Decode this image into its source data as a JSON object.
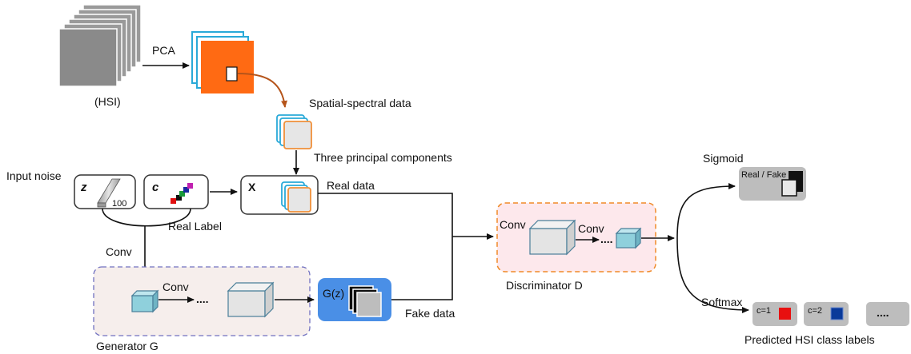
{
  "labels": {
    "pca": "PCA",
    "hsi": "(HSI)",
    "spatial_spectral": "Spatial-spectral data",
    "three_pc": "Three principal components",
    "input_noise": "Input noise",
    "z": "z",
    "z_dim": "100",
    "c": "c",
    "x": "X",
    "real_data": "Real data",
    "real_label": "Real Label",
    "conv_left": "Conv",
    "conv_gen": "Conv",
    "gz": "G(z)",
    "fake_data": "Fake data",
    "generator": "Generator G",
    "conv_disc1": "Conv",
    "conv_disc2": "Conv",
    "discriminator": "Discriminator D",
    "sigmoid": "Sigmoid",
    "real_fake": "Real / Fake",
    "softmax": "Softmax",
    "c1": "c=1",
    "c2": "c=2",
    "ellipsis": "....",
    "predicted": "Predicted HSI class labels"
  },
  "colors": {
    "pca_orange": "#ff6a13",
    "arrow_brown": "#b5541a",
    "cyan_edge": "#29a9d8",
    "orange_edge": "#f0903a",
    "generator_fill": "#f6eeec",
    "generator_border": "#7070c0",
    "discriminator_fill": "#fde8ec",
    "discriminator_border": "#f08a28",
    "gz_box": "#4a8fe6",
    "cube_fill": "#8fd0dc",
    "class1": "#e81010",
    "class2": "#0a3a9a",
    "grey_box": "#bdbdbd"
  },
  "icons": [
    "hsi-stack-icon",
    "pca-stack-icon",
    "patch-icon",
    "noise-bar-icon",
    "label-pixels-icon",
    "cube-icon",
    "real-fake-icon",
    "class-swatch-icon"
  ]
}
